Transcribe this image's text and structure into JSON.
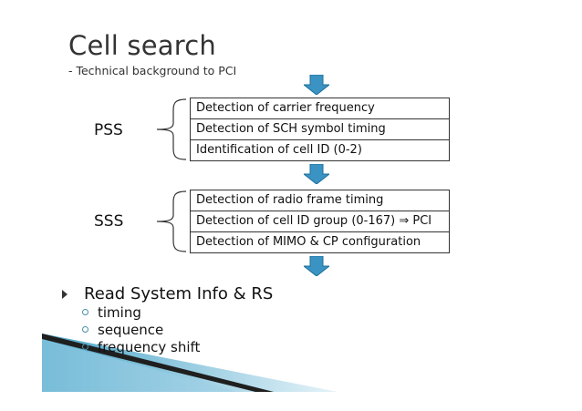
{
  "slide": {
    "title": "Cell search",
    "subtitle": "- Technical background to PCI"
  },
  "pss": {
    "label": "PSS",
    "rows": [
      "Detection of carrier frequency",
      "Detection of SCH symbol timing",
      "Identification of cell ID (0-2)"
    ]
  },
  "sss": {
    "label": "SSS",
    "rows": [
      "Detection of radio frame timing",
      "Detection of cell ID group (0-167) ⇒ PCI",
      "Detection of MIMO & CP configuration"
    ]
  },
  "bullets": {
    "main": "Read System Info & RS",
    "subs": [
      "timing",
      "sequence",
      "frequency shift"
    ]
  },
  "colors": {
    "arrow_fill": "#3a93c2",
    "arrow_edge": "#1d6f99",
    "deco_dark": "#2b2b2b",
    "deco_light": "#d9ecf5"
  }
}
